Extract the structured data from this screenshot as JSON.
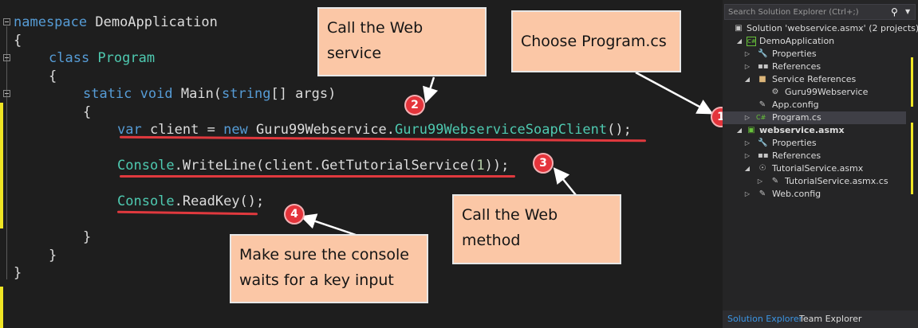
{
  "code": {
    "line1": {
      "kw": "namespace",
      "name": " DemoApplication"
    },
    "line2": "{",
    "line3": {
      "kw": "class",
      "name": " Program"
    },
    "line4": "{",
    "line5": {
      "kw1": "static",
      "kw2": "void",
      "rest1": " Main(",
      "kw3": "string",
      "rest2": "[] args)"
    },
    "line6": "{",
    "line7": {
      "kw1": "var",
      "mid1": " client = ",
      "kw2": "new",
      "mid2": " Guru99Webservice.",
      "type": "Guru99WebserviceSoapClient",
      "end": "();"
    },
    "line8": {
      "type": "Console",
      "mid": ".WriteLine(client.GetTutorialService(",
      "num": "1",
      "end": "));"
    },
    "line9": {
      "type": "Console",
      "end": ".ReadKey();"
    },
    "line10": "}",
    "line11": "}",
    "line12": "}"
  },
  "callouts": {
    "c1": "Call the Web service",
    "c2": "Choose Program.cs",
    "c3": "Call the Web method",
    "c4": "Make sure the console waits for a key input"
  },
  "badges": {
    "b1": "1",
    "b2": "2",
    "b3": "3",
    "b4": "4"
  },
  "solution_explorer": {
    "search_placeholder": "Search Solution Explorer (Ctrl+;)",
    "items": [
      {
        "label": "Solution 'webservice.asmx' (2 projects)"
      },
      {
        "label": "DemoApplication"
      },
      {
        "label": "Properties"
      },
      {
        "label": "References"
      },
      {
        "label": "Service References"
      },
      {
        "label": "Guru99Webservice"
      },
      {
        "label": "App.config"
      },
      {
        "label": "Program.cs"
      },
      {
        "label": "webservice.asmx"
      },
      {
        "label": "Properties"
      },
      {
        "label": "References"
      },
      {
        "label": "TutorialService.asmx"
      },
      {
        "label": "TutorialService.asmx.cs"
      },
      {
        "label": "Web.config"
      }
    ],
    "tabs": {
      "active": "Solution Explorer",
      "inactive": "Team Explorer"
    }
  },
  "icons": {
    "search": "search-icon",
    "dropdown": "chevron-down-icon",
    "solution": "solution-icon",
    "project": "csharp-project-icon",
    "properties": "wrench-icon",
    "references": "references-icon",
    "folder": "folder-icon",
    "service": "service-reference-icon",
    "config": "config-icon",
    "csfile": "csharp-file-icon",
    "web": "web-project-icon",
    "asmx": "globe-file-icon"
  },
  "colors": {
    "keyword": "#569cd6",
    "type": "#4ec9b0",
    "number": "#b5cea8",
    "callout_bg": "#fbc7a6",
    "badge": "#e4343b",
    "underline": "#e0393e",
    "change_marker": "#efe524"
  }
}
